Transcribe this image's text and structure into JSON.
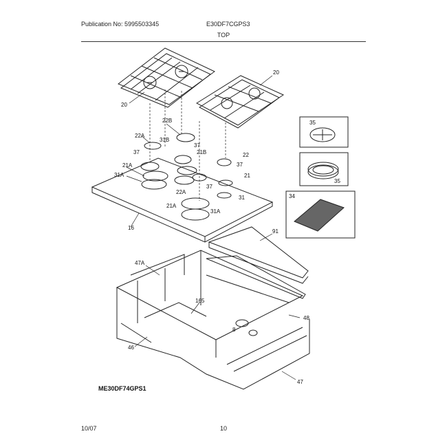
{
  "header": {
    "publication": "Publication No: 5995503345",
    "model_code": "E30DF7CGPS3"
  },
  "section_title": "TOP",
  "callouts": {
    "c20a": "20",
    "c20b": "20",
    "c22b": "22B",
    "c22a": "22A",
    "c31b": "31B",
    "c37a": "37",
    "c21b": "21B",
    "c22": "22",
    "c37b": "37",
    "c37c": "37",
    "c37d": "37",
    "c21": "21",
    "c21a": "21A",
    "c31aa": "31A",
    "c22a2": "22A",
    "c21a2": "21A",
    "c31a2": "31A",
    "c31": "31",
    "c16": "16",
    "c91": "91",
    "c47a": "47A",
    "c165": "165",
    "c48": "48",
    "c8": "8",
    "c46": "46",
    "c47": "47",
    "c35a": "35",
    "c35b": "35",
    "c34": "34"
  },
  "model_label": "ME30DF74GPS1",
  "footer": {
    "date": "10/07",
    "page": "10"
  }
}
